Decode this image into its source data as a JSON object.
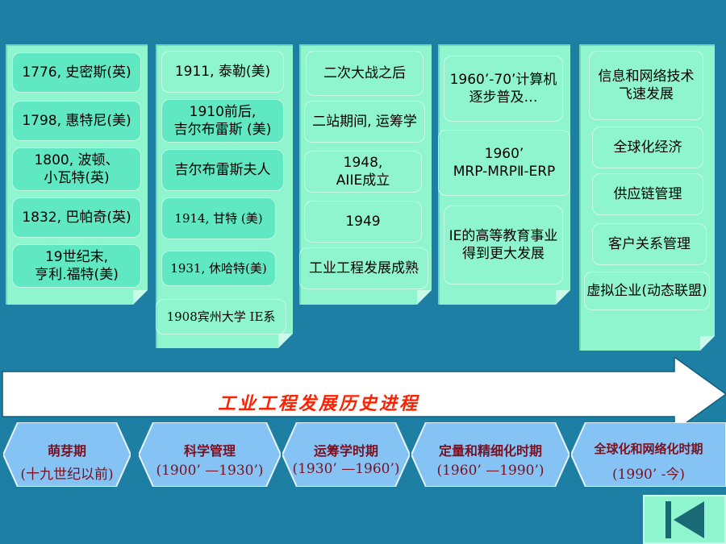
{
  "colors": {
    "background": "#1d7fa3",
    "panel": "#8ff5cf",
    "box_fill": "#5fe8c1",
    "title_red": "#ff2000",
    "period_text": "#7a1020",
    "back_icon": "#1a6a76"
  },
  "columns": [
    {
      "items": [
        "1776, 史密斯(英)",
        "1798, 惠特尼(美)",
        "1800, 波顿、\n小瓦特(英)",
        "1832, 巴帕奇(英)",
        "19世纪末,\n亨利.福特(美)"
      ]
    },
    {
      "items": [
        "1911, 泰勒(美)",
        "1910前后,\n吉尔布雷斯 (美)",
        "吉尔布雷斯夫人",
        "1914, 甘特 (美)",
        "1931, 休哈特(美)",
        "1908宾州大学 IE系"
      ]
    },
    {
      "items": [
        "二次大战之后",
        "二站期间, 运筹学",
        "1948,\nAIIE成立",
        "1949",
        "工业工程发展成熟"
      ]
    },
    {
      "items": [
        "1960’-70’计算机\n逐步普及…",
        "1960’\nMRP-MRPⅡ-ERP",
        "IE的高等教育事业\n得到更大发展"
      ]
    },
    {
      "items": [
        "信息和网络技术\n飞速发展",
        "全球化经济",
        "供应链管理",
        "客户关系管理",
        "虚拟企业(动态联盟)"
      ]
    }
  ],
  "timeline_title": "工业工程发展历史进程",
  "periods": [
    {
      "name": "萌芽期",
      "years": "(十九世纪以前)"
    },
    {
      "name": "科学管理",
      "years": "(1900’ —1930’)"
    },
    {
      "name": "运筹学时期",
      "years": "(1930’ —1960’)"
    },
    {
      "name": "定量和精细化时期",
      "years": "(1960’ —1990’)"
    },
    {
      "name": "全球化和网络化时期",
      "years": "(1990’ -今)"
    }
  ],
  "nav": {
    "back_icon": "skip-back-icon"
  }
}
